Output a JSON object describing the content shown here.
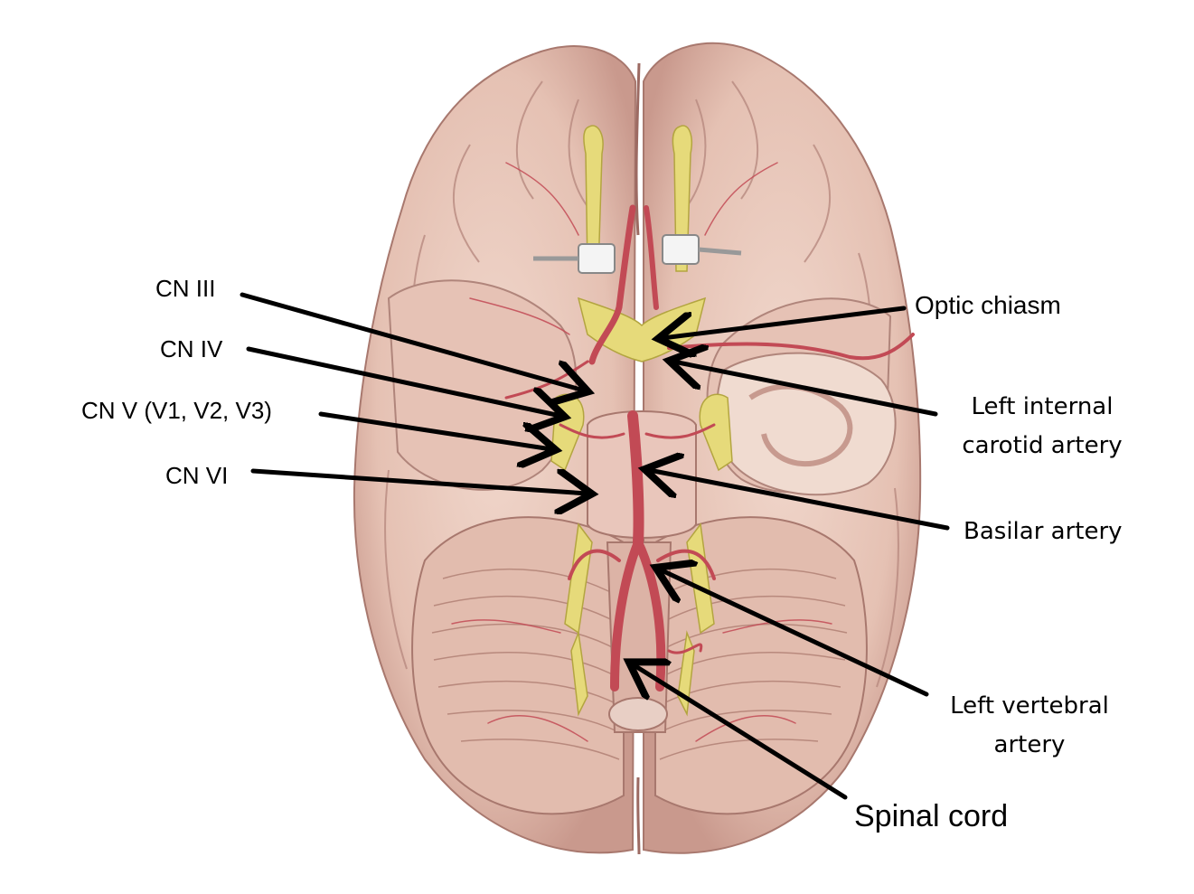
{
  "labels": {
    "cn3": "CN III",
    "cn4": "CN IV",
    "cn5": "CN V (V1, V2, V3)",
    "cn6": "CN VI",
    "optic_chiasm": "Optic chiasm",
    "left_ica_line1": "Left internal",
    "left_ica_line2": "carotid artery",
    "basilar": "Basilar artery",
    "left_vertebral_line1": "Left vertebral",
    "left_vertebral_line2": "artery",
    "spinal_cord": "Spinal cord"
  },
  "colors": {
    "brain": "#e9c9bc",
    "brain_shadow": "#c99d92",
    "sulcus": "#b5817a",
    "artery": "#c24a55",
    "nerve": "#e6da7a",
    "arrow": "#000000"
  }
}
